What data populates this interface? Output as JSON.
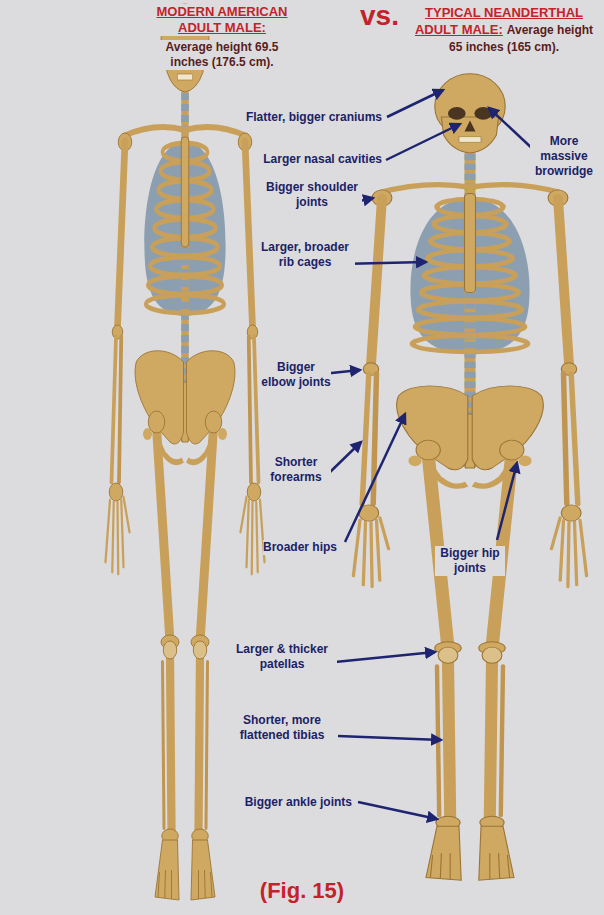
{
  "diagram": {
    "caption": "(Fig. 15)",
    "labels": [
      "MODERN AMERICAN ADULT MALE:",
      "Average height 69.5 inches (176.5 cm).",
      "vs.",
      "TYPICAL NEANDERTHAL ADULT MALE:",
      "Average height 65 inches (165 cm).",
      "Flatter, bigger craniums",
      "More massive browridge",
      "Larger nasal cavities",
      "Bigger shoulder joints",
      "Larger, broader rib cages",
      "Bigger elbow joints",
      "Shorter forearms",
      "Broader hips",
      "Bigger hip joints",
      "Larger & thicker patellas",
      "Shorter, more flattened tibias",
      "Bigger ankle joints"
    ]
  }
}
